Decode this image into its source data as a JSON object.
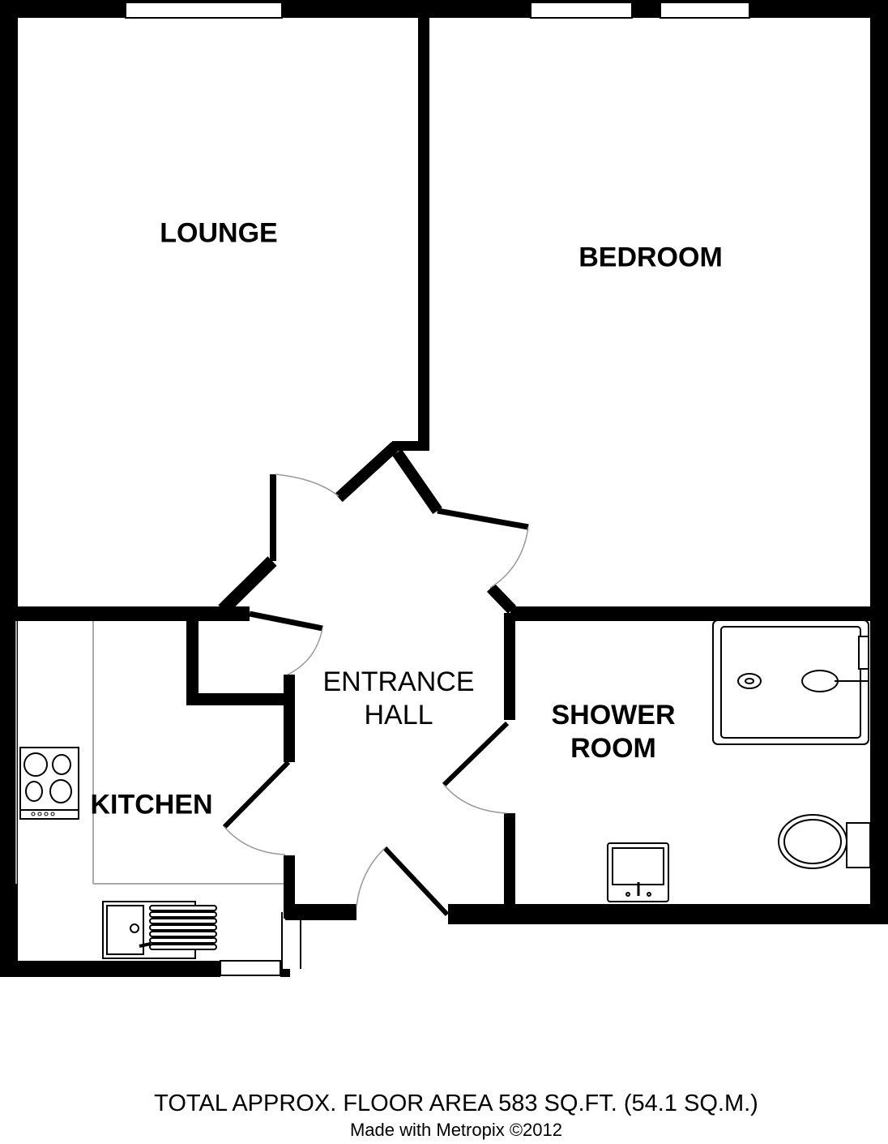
{
  "rooms": {
    "lounge": "LOUNGE",
    "bedroom": "BEDROOM",
    "entrance_hall_line1": "ENTRANCE",
    "entrance_hall_line2": "HALL",
    "shower_room_line1": "SHOWER",
    "shower_room_line2": "ROOM",
    "kitchen": "KITCHEN"
  },
  "footer": {
    "area": "TOTAL APPROX. FLOOR AREA 583 SQ.FT. (54.1 SQ.M.)",
    "credit": "Made with Metropix ©2012"
  },
  "colors": {
    "wall": "#000000",
    "fixture_line": "#aaaaaa",
    "background": "#ffffff"
  }
}
